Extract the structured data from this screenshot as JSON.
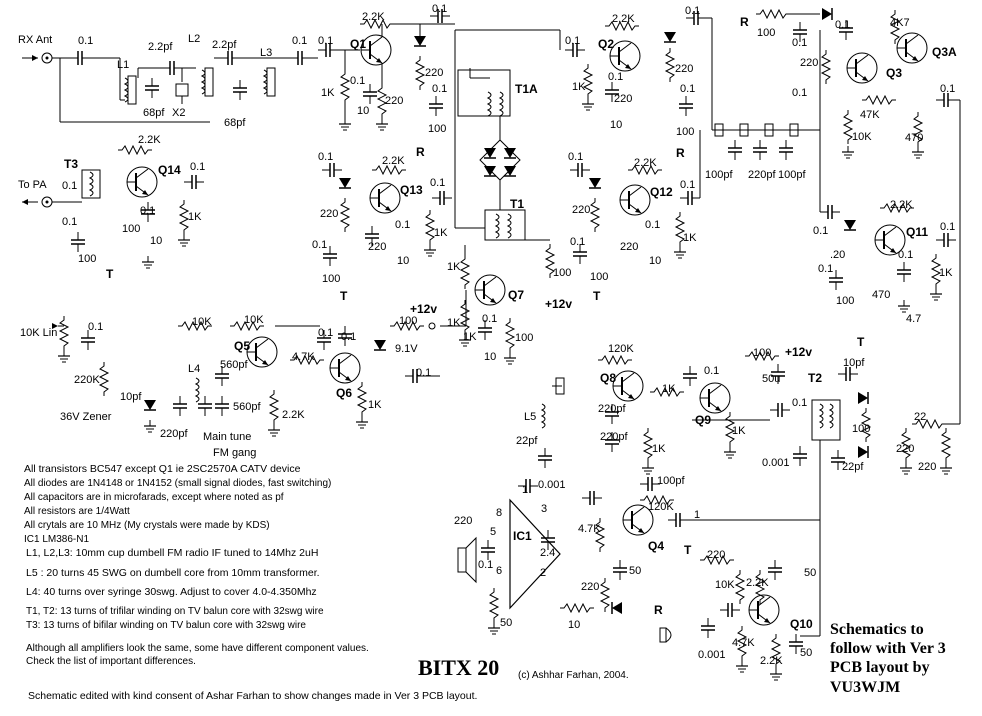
{
  "labels": {
    "rx_ant": "RX Ant",
    "to_pa": "To PA",
    "c_0_1": "0.1",
    "c_2_2pf": "2.2pf",
    "c_68pf": "68pf",
    "c_10pf": "10pf",
    "c_100pf": "100pf",
    "c_220pf": "220pf",
    "c_560pf": "560pf",
    "c_22pf": "22pf",
    "c_0_001": "0.001",
    "c_2_4": "2.4",
    "c_50u": "50u",
    "r_2_2k": "2.2K",
    "r_1k": "1K",
    "r_220": "220",
    "r_100": "100",
    "r_10": "10",
    "r_4k7": "4K7",
    "r_47k": "47K",
    "r_10k": "10K",
    "r_470": "470",
    "r_4_7": "4.7",
    "r_120k": "120K",
    "r_4_7k": "4.7K",
    "r_220k": "220K",
    "r_22": "22",
    "r_50": "50",
    "r_20": ".20",
    "r_10k_lin": "10K Lin",
    "v_12": "+12v",
    "v_9_1": "9.1V",
    "zener_36": "36V Zener",
    "main_tune": "Main tune",
    "fm_gang": "FM gang",
    "l1": "L1",
    "l2": "L2",
    "l3": "L3",
    "l4": "L4",
    "l5": "L5",
    "x2": "X2",
    "t1": "T1",
    "t1a": "T1A",
    "t2": "T2",
    "t3": "T3",
    "q1": "Q1",
    "q2": "Q2",
    "q3": "Q3",
    "q3a": "Q3A",
    "q4": "Q4",
    "q5": "Q5",
    "q6": "Q6",
    "q7": "Q7",
    "q8": "Q8",
    "q9": "Q9",
    "q10": "Q10",
    "q11": "Q11",
    "q12": "Q12",
    "q13": "Q13",
    "q14": "Q14",
    "ic1": "IC1",
    "pin1": "1",
    "pin2": "2",
    "pin3": "3",
    "pin5": "5",
    "pin6": "6",
    "pin8": "8",
    "node_t": "T",
    "node_r": "R"
  },
  "notes": [
    "All transistors BC547 except Q1 ie 2SC2570A CATV device",
    "All diodes are 1N4148 or 1N4152 (small signal diodes, fast switching)",
    "All capacitors are in microfarads, except where noted as pf",
    "All resistors are 1/4Watt",
    "All crytals are 10 MHz (My crystals were made by KDS)",
    "IC1 LM386-N1"
  ],
  "coil_notes": [
    "L1, L2,L3: 10mm cup dumbell FM radio IF tuned to 14Mhz    2uH",
    "L5 : 20 turns 45 SWG on dumbell core from 10mm transformer.",
    "L4: 40 turns over syringe 30swg. Adjust to cover 4.0-4.350Mhz"
  ],
  "transformer_notes": [
    "T1, T2: 13 turns of trifilar winding on TV balun core with 32swg wire",
    "T3: 13 turns of bifilar winding on TV balun core with 32swg wire"
  ],
  "diff_notes": [
    "Although all amplifiers look the same, some have different component values.",
    "Check the list of important differences."
  ],
  "title": "BITX 20",
  "credit": "(c) Ashhar Farhan, 2004.",
  "footer": "Schematic edited with kind consent of Ashar Farhan to show changes made in Ver 3 PCB layout.",
  "follow": [
    "Schematics to",
    "follow with Ver 3",
    "PCB layout by",
    "VU3WJM"
  ]
}
